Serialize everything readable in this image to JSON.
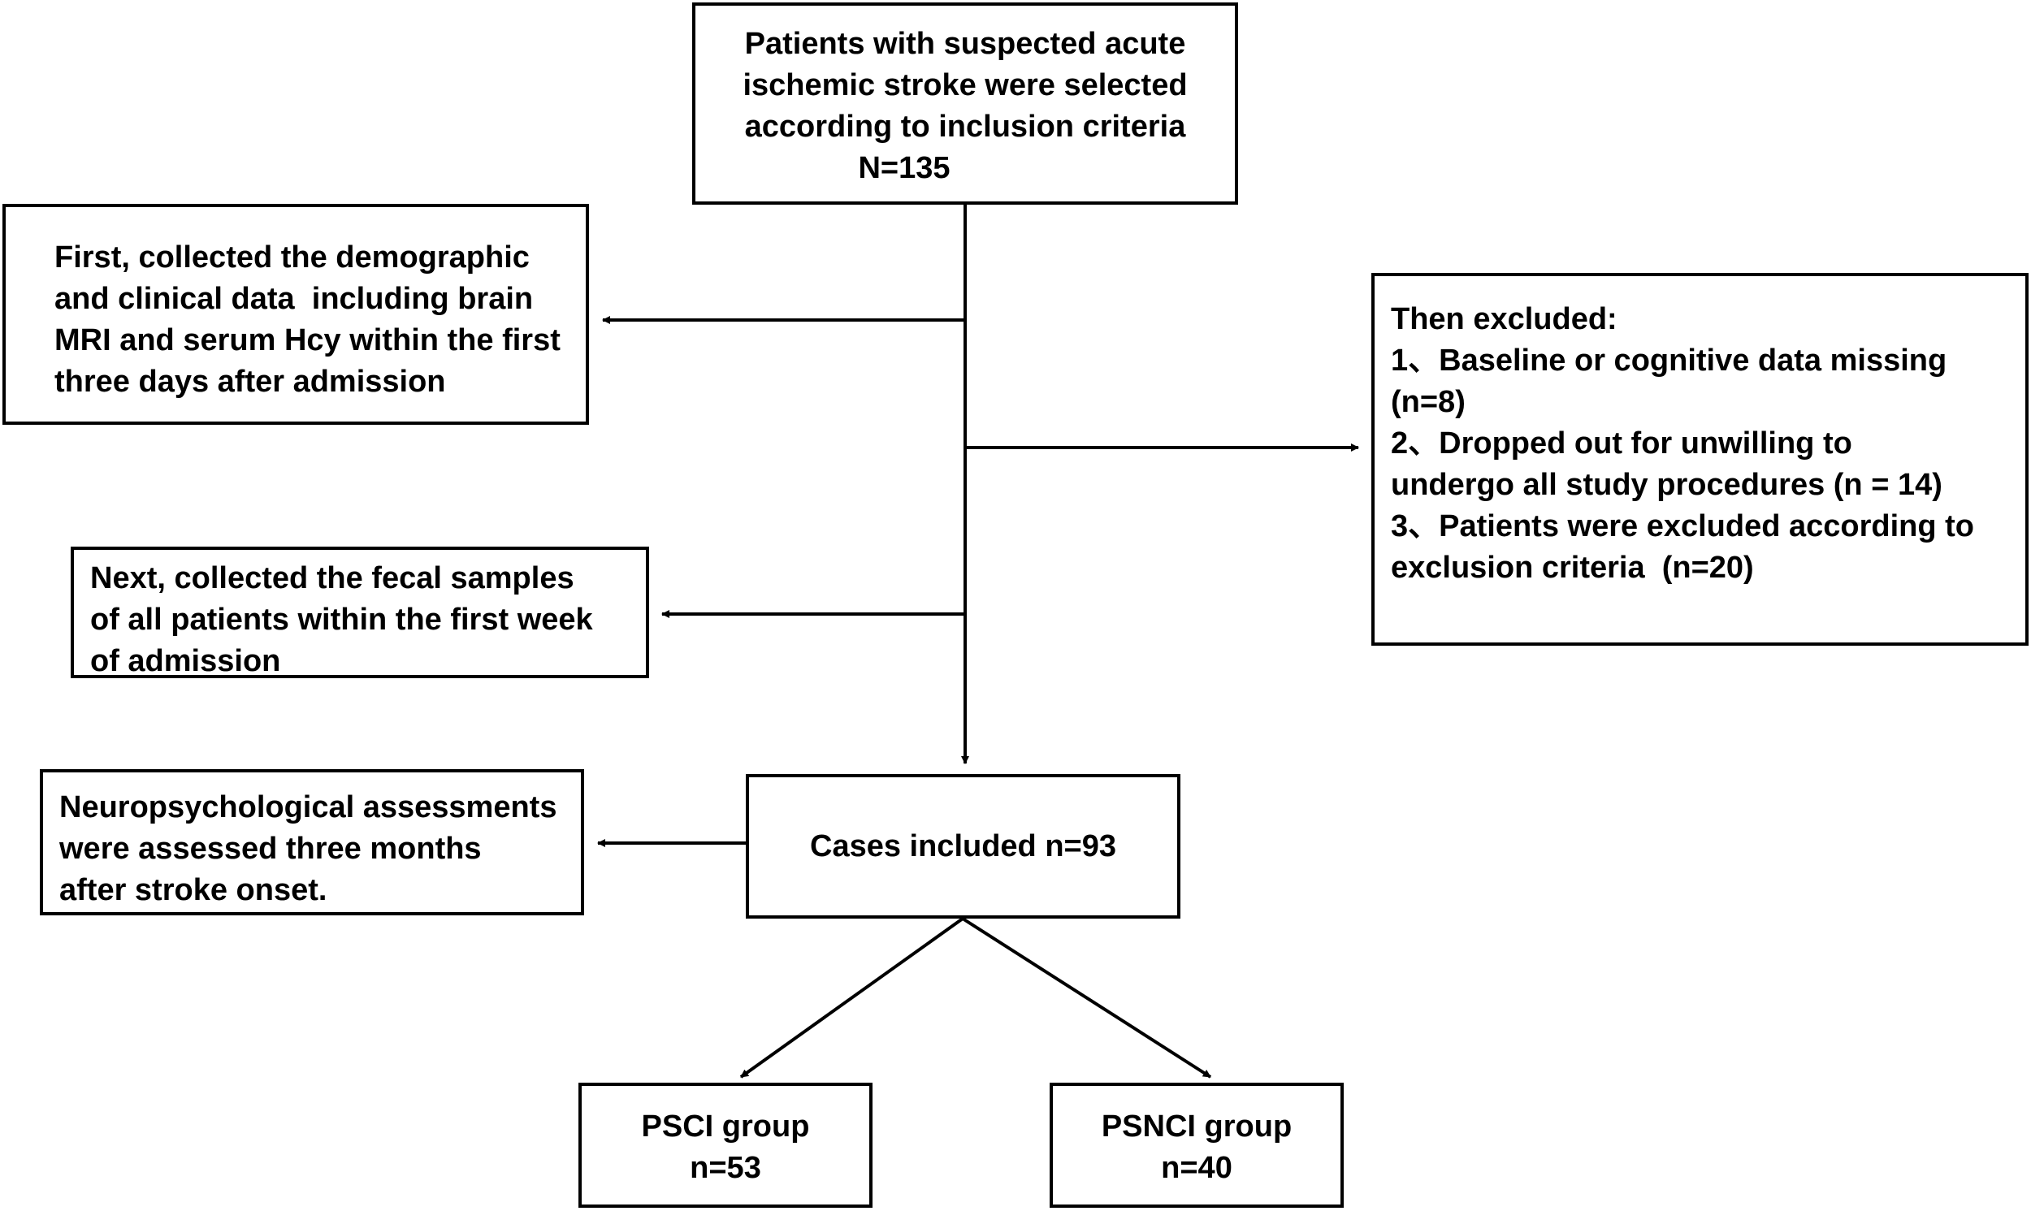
{
  "flowchart": {
    "start": {
      "lines": [
        "Patients with suspected acute",
        "ischemic stroke were selected",
        "according to inclusion criteria",
        "N=135"
      ]
    },
    "demographic_step": {
      "lines": [
        "First, collected the demographic",
        "and clinical data  including brain",
        "MRI and serum Hcy within the first",
        "three days after admission"
      ]
    },
    "exclusion": {
      "lines": [
        "Then excluded:",
        "1、Baseline or cognitive data missing",
        "(n=8)",
        "2、Dropped out for unwilling to",
        "undergo all study procedures (n = 14)",
        "3、Patients were excluded according to",
        "exclusion criteria  (n=20)"
      ]
    },
    "fecal_step": {
      "lines": [
        "Next, collected the fecal samples",
        "of all patients within the first week",
        "of admission"
      ]
    },
    "neuro_step": {
      "lines": [
        "Neuropsychological assessments",
        "were assessed three months",
        "after stroke onset."
      ]
    },
    "included": {
      "label": "Cases included n=93"
    },
    "psci_group": {
      "name": "PSCI group",
      "count": "n=53"
    },
    "psnci_group": {
      "name": "PSNCI group",
      "count": "n=40"
    }
  }
}
